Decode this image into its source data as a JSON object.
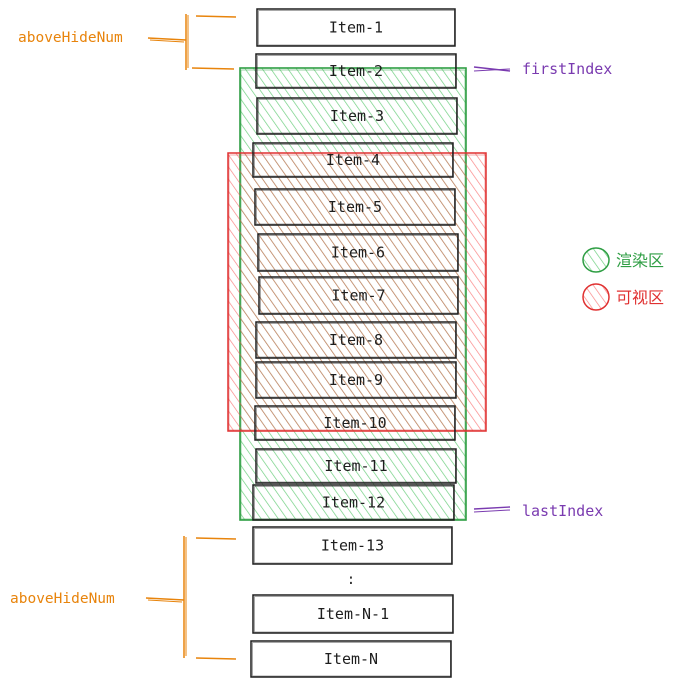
{
  "items": [
    {
      "label": "Item-1",
      "zone": "above"
    },
    {
      "label": "Item-2",
      "zone": "render"
    },
    {
      "label": "Item-3",
      "zone": "render"
    },
    {
      "label": "Item-4",
      "zone": "visible"
    },
    {
      "label": "Item-5",
      "zone": "visible"
    },
    {
      "label": "Item-6",
      "zone": "visible"
    },
    {
      "label": "Item-7",
      "zone": "visible"
    },
    {
      "label": "Item-8",
      "zone": "visible"
    },
    {
      "label": "Item-9",
      "zone": "visible"
    },
    {
      "label": "Item-10",
      "zone": "visible"
    },
    {
      "label": "Item-11",
      "zone": "render"
    },
    {
      "label": "Item-12",
      "zone": "render"
    },
    {
      "label": "Item-13",
      "zone": "below"
    },
    {
      "label": "Item-N-1",
      "zone": "below"
    },
    {
      "label": "Item-N",
      "zone": "below"
    }
  ],
  "ellipsis": ":",
  "labels": {
    "above_hide_top": "aboveHideNum",
    "above_hide_bottom": "aboveHideNum",
    "first_index": "firstIndex",
    "last_index": "lastIndex"
  },
  "legend": [
    {
      "label": "渲染区",
      "color": "#2f9e44",
      "fill": "#b2f2bb"
    },
    {
      "label": "可视区",
      "color": "#e03131",
      "fill": "#ffc9c9"
    }
  ],
  "colors": {
    "render_area": "#2f9e44",
    "visible_area": "#e03131",
    "bracket": "#e8840c",
    "pointer": "#7a3bb0",
    "item_stroke": "#1e1e1e"
  }
}
